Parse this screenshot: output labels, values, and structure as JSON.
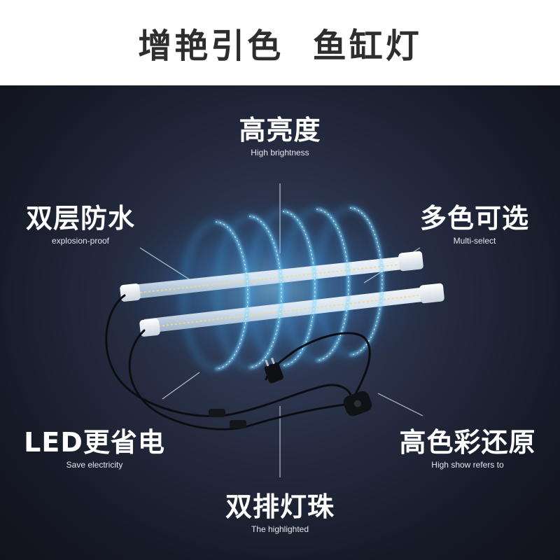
{
  "header": {
    "title": "增艳引色  鱼缸灯"
  },
  "features": {
    "top": {
      "title": "高亮度",
      "subtitle": "High brightness"
    },
    "top_left": {
      "title": "双层防水",
      "subtitle": "explosion-proof"
    },
    "top_right": {
      "title": "多色可选",
      "subtitle": "Multi-select"
    },
    "bottom_left": {
      "title": "LED更省电",
      "subtitle": "Save electricity"
    },
    "bottom_right": {
      "title": "高色彩还原",
      "subtitle": "High show refers to"
    },
    "bottom": {
      "title": "双排灯珠",
      "subtitle": "The highlighted"
    }
  },
  "colors": {
    "header_text": "#2e2e2e",
    "background_dark": "#161a27",
    "glow": "#36b6ff",
    "tube": "#e8f2ff",
    "label_text": "#ffffff"
  },
  "icons": {
    "product": "aquarium-led-tube-light",
    "switch": "inline-switch-icon",
    "plug": "power-plug-icon"
  }
}
